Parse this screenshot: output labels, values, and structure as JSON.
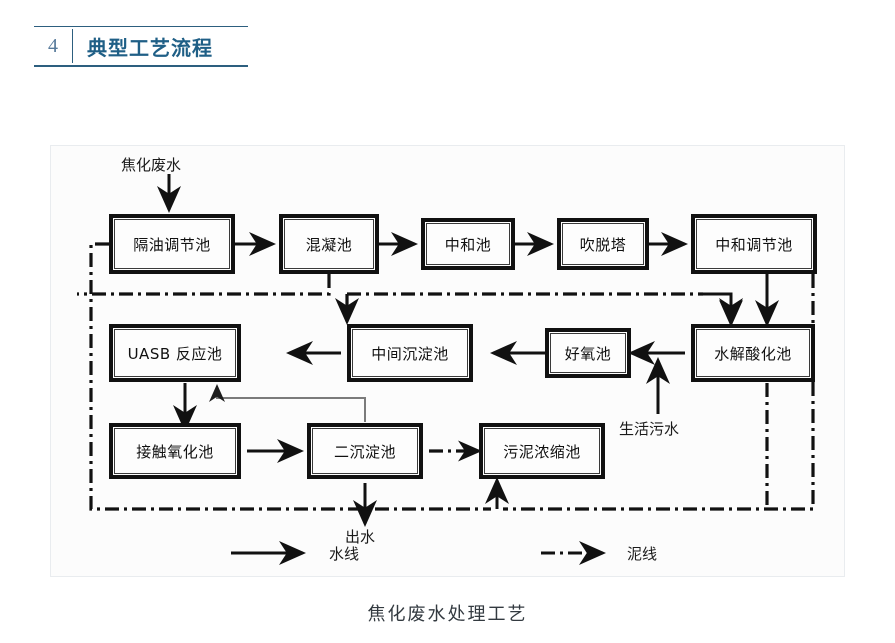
{
  "heading": {
    "number": "4",
    "title": "典型工艺流程",
    "accent_color": "#1f5f86"
  },
  "diagram": {
    "caption": "焦化废水处理工艺",
    "nodes": [
      {
        "id": "oil-separation-regulating-tank",
        "label": "隔油调节池"
      },
      {
        "id": "coagulation-tank",
        "label": "混凝池"
      },
      {
        "id": "neutralization-tank",
        "label": "中和池"
      },
      {
        "id": "stripping-tower",
        "label": "吹脱塔"
      },
      {
        "id": "neutralization-regulating-tank",
        "label": "中和调节池"
      },
      {
        "id": "uasb-reactor",
        "label": "UASB 反应池"
      },
      {
        "id": "intermediate-sedimentation-tank",
        "label": "中间沉淀池"
      },
      {
        "id": "aerobic-tank",
        "label": "好氧池"
      },
      {
        "id": "hydrolysis-acidification-tank",
        "label": "水解酸化池"
      },
      {
        "id": "contact-oxidation-tank",
        "label": "接触氧化池"
      },
      {
        "id": "secondary-sedimentation-tank",
        "label": "二沉淀池"
      },
      {
        "id": "sludge-thickening-tank",
        "label": "污泥浓缩池"
      }
    ],
    "flow_labels": [
      {
        "id": "influent",
        "label": "焦化废水"
      },
      {
        "id": "domestic-sewage",
        "label": "生活污水"
      },
      {
        "id": "effluent",
        "label": "出水"
      }
    ],
    "legend": [
      {
        "id": "water-line",
        "label": "水线",
        "style": "solid"
      },
      {
        "id": "sludge-line",
        "label": "泥线",
        "style": "dash-dot"
      }
    ]
  },
  "chart_data": {
    "type": "diagram",
    "title": "焦化废水处理工艺",
    "diagram_kind": "process-flow",
    "nodes": [
      "隔油调节池",
      "混凝池",
      "中和池",
      "吹脱塔",
      "中和调节池",
      "UASB 反应池",
      "中间沉淀池",
      "好氧池",
      "水解酸化池",
      "接触氧化池",
      "二沉淀池",
      "污泥浓缩池"
    ],
    "edges": [
      {
        "from": "焦化废水",
        "to": "隔油调节池",
        "line": "water"
      },
      {
        "from": "隔油调节池",
        "to": "混凝池",
        "line": "water"
      },
      {
        "from": "混凝池",
        "to": "中和池",
        "line": "water"
      },
      {
        "from": "中和池",
        "to": "吹脱塔",
        "line": "water"
      },
      {
        "from": "吹脱塔",
        "to": "中和调节池",
        "line": "water"
      },
      {
        "from": "中和调节池",
        "to": "水解酸化池",
        "line": "water"
      },
      {
        "from": "水解酸化池",
        "to": "好氧池",
        "line": "water"
      },
      {
        "from": "好氧池",
        "to": "中间沉淀池",
        "line": "water"
      },
      {
        "from": "中间沉淀池",
        "to": "UASB 反应池",
        "line": "water"
      },
      {
        "from": "UASB 反应池",
        "to": "接触氧化池",
        "line": "water"
      },
      {
        "from": "接触氧化池",
        "to": "二沉淀池",
        "line": "water"
      },
      {
        "from": "二沉淀池",
        "to": "出水",
        "line": "water"
      },
      {
        "from": "二沉淀池",
        "to": "UASB 反应池",
        "line": "return"
      },
      {
        "from": "生活污水",
        "to": "好氧池",
        "line": "water"
      },
      {
        "from": "二沉淀池",
        "to": "污泥浓缩池",
        "line": "sludge"
      },
      {
        "from": "隔油调节池",
        "to": "污泥浓缩池",
        "line": "sludge"
      },
      {
        "from": "混凝池",
        "to": "中间沉淀池",
        "line": "sludge"
      },
      {
        "from": "中和调节池",
        "to": "水解酸化池",
        "line": "sludge"
      },
      {
        "from": "水解酸化池",
        "to": "污泥浓缩池",
        "line": "sludge"
      }
    ],
    "legend": [
      "水线",
      "泥线"
    ]
  }
}
